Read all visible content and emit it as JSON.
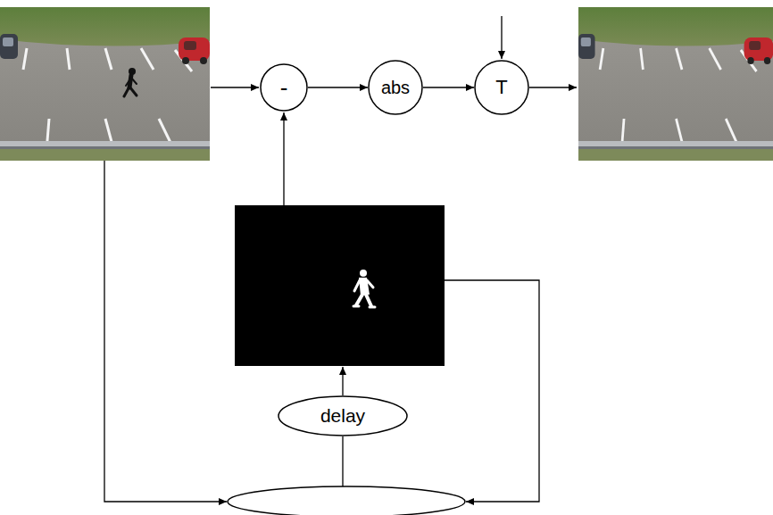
{
  "diagram": {
    "nodes": [
      {
        "text": [
          "-"
        ]
      },
      {
        "text": [
          "abs"
        ]
      },
      {
        "text": [
          "T"
        ]
      },
      {
        "text": [
          "delay"
        ]
      }
    ],
    "edges": [
      {
        "from": 0,
        "to": 1,
        "arrow": "to"
      },
      {
        "from": 1,
        "to": 2,
        "arrow": "to"
      }
    ]
  }
}
